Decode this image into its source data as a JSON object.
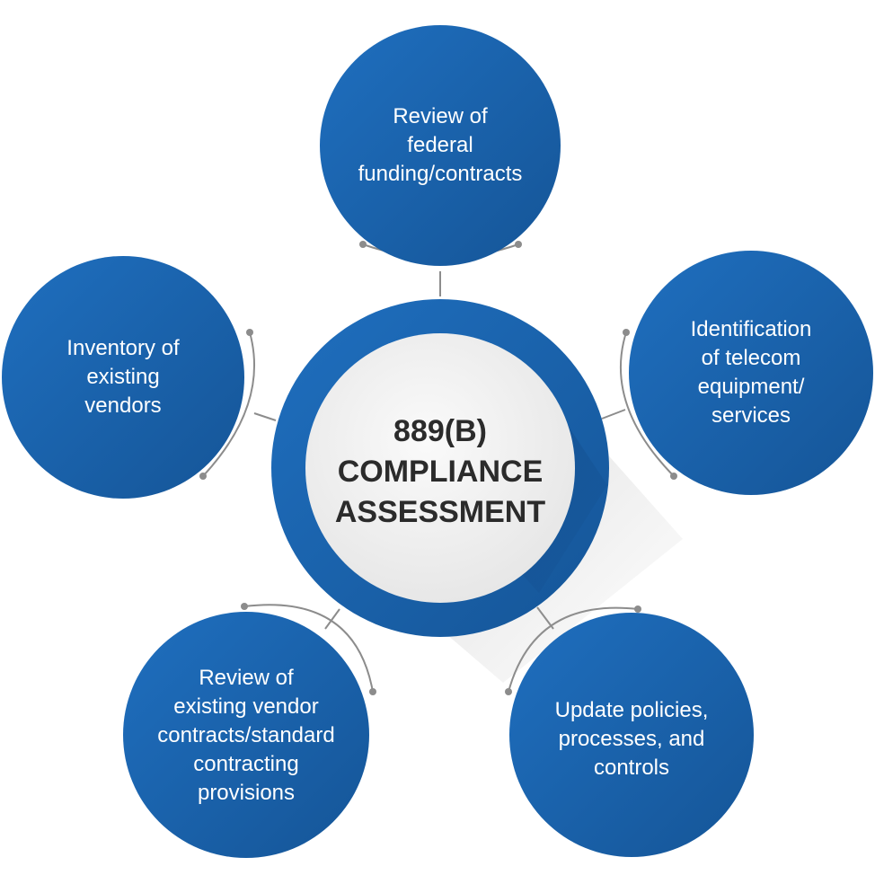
{
  "colors": {
    "node_fill": "#1b64ad",
    "node_fill_dark": "#1558a0",
    "center_fill": "#efefef",
    "connector": "#8c8c8c",
    "text_light": "#ffffff",
    "text_dark": "#2b2b2b"
  },
  "center": {
    "lines": [
      "889(B)",
      "COMPLIANCE",
      "ASSESSMENT"
    ]
  },
  "nodes": [
    {
      "id": "top",
      "lines": [
        "Review of",
        "federal",
        "funding/contracts"
      ]
    },
    {
      "id": "left",
      "lines": [
        "Inventory of",
        "existing",
        "vendors"
      ]
    },
    {
      "id": "right",
      "lines": [
        "Identification",
        "of telecom",
        "equipment/",
        "services"
      ]
    },
    {
      "id": "bottom-left",
      "lines": [
        "Review of",
        "existing vendor",
        "contracts/standard",
        "contracting",
        "provisions"
      ]
    },
    {
      "id": "bottom-right",
      "lines": [
        "Update policies,",
        "processes, and",
        "controls"
      ]
    }
  ]
}
